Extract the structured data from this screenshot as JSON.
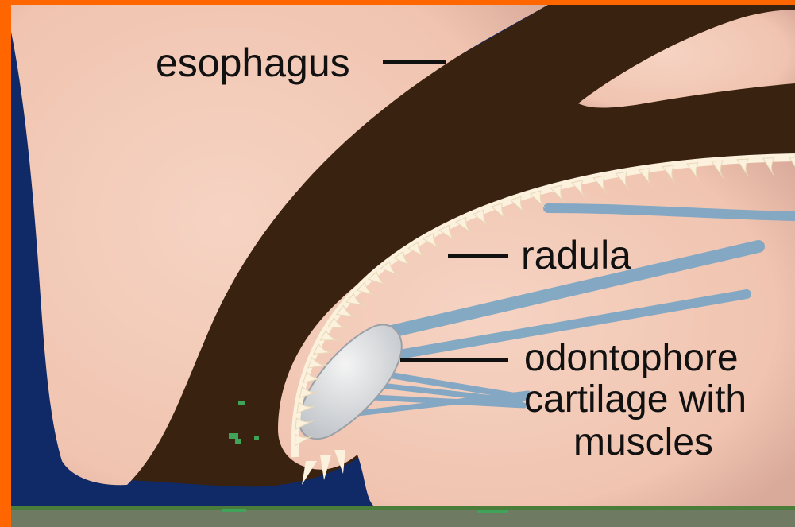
{
  "labels": {
    "esophagus": "esophagus",
    "radula": "radula",
    "cartilage_line1": "odontophore",
    "cartilage_line2": "cartilage with",
    "cartilage_line3": "muscles"
  },
  "colors": {
    "frame": "#ff6600",
    "water": "#0f2a66",
    "flesh": "#f2c6b4",
    "cavity": "#3a2210",
    "radula_teeth": "#fbf1dd",
    "cartilage": "#dcdcdc",
    "muscle": "#7fa7c4",
    "substrate": "#6f7a63",
    "food": "#3fa35a",
    "text": "#111111"
  }
}
